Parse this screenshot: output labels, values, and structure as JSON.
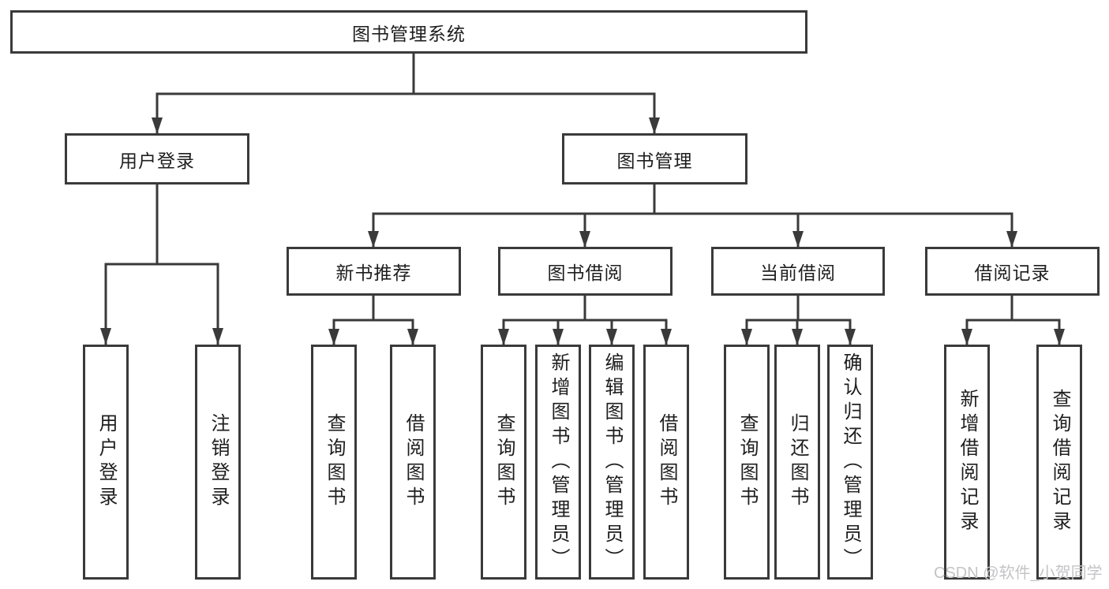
{
  "diagram": {
    "root": {
      "label": "图书管理系统"
    },
    "level2": [
      {
        "label": "用户登录",
        "parent": "图书管理系统"
      },
      {
        "label": "图书管理",
        "parent": "图书管理系统"
      }
    ],
    "level3": [
      {
        "label": "新书推荐",
        "parent": "图书管理"
      },
      {
        "label": "图书借阅",
        "parent": "图书管理"
      },
      {
        "label": "当前借阅",
        "parent": "图书管理"
      },
      {
        "label": "借阅记录",
        "parent": "图书管理"
      }
    ],
    "leaves": [
      {
        "label": "用户登录",
        "parent": "用户登录"
      },
      {
        "label": "注销登录",
        "parent": "用户登录"
      },
      {
        "label": "查询图书",
        "parent": "新书推荐"
      },
      {
        "label": "借阅图书",
        "parent": "新书推荐"
      },
      {
        "label": "查询图书",
        "parent": "图书借阅"
      },
      {
        "label": "新增图书（管理员）",
        "parent": "图书借阅"
      },
      {
        "label": "编辑图书（管理员）",
        "parent": "图书借阅"
      },
      {
        "label": "借阅图书",
        "parent": "图书借阅"
      },
      {
        "label": "查询图书",
        "parent": "当前借阅"
      },
      {
        "label": "归还图书",
        "parent": "当前借阅"
      },
      {
        "label": "确认归还（管理员）",
        "parent": "当前借阅"
      },
      {
        "label": "新增借阅记录",
        "parent": "借阅记录"
      },
      {
        "label": "查询借阅记录",
        "parent": "借阅记录"
      }
    ],
    "watermark": {
      "text": "CSDN @软件_小贺同学"
    },
    "colors": {
      "line": "#3a3a3a",
      "text": "#1e1e1e",
      "watermark": "#c4c4c7",
      "background": "#ffffff"
    }
  }
}
